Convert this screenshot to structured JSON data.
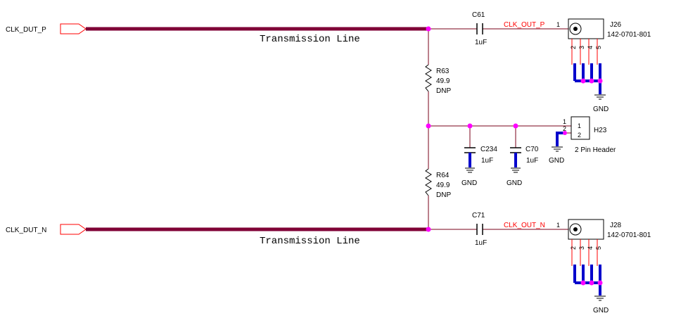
{
  "colors": {
    "wire": "#7a0019",
    "transmission": "#7f0036",
    "junction": "#ff00ff",
    "gnd_wire": "#0000cc",
    "net_label": "#ff0000",
    "component": "#000000"
  },
  "ports": {
    "p": "CLK_DUT_P",
    "n": "CLK_DUT_N"
  },
  "transmission_line_label": "Transmission Line",
  "caps": {
    "c61": {
      "ref": "C61",
      "value": "1uF"
    },
    "c71": {
      "ref": "C71",
      "value": "1uF"
    },
    "c234": {
      "ref": "C234",
      "value": "1uF"
    },
    "c70": {
      "ref": "C70",
      "value": "1uF"
    }
  },
  "resistors": {
    "r63": {
      "ref": "R63",
      "value": "49.9",
      "note": "DNP"
    },
    "r64": {
      "ref": "R64",
      "value": "49.9",
      "note": "DNP"
    }
  },
  "nets": {
    "out_p": "CLK_OUT_P",
    "out_n": "CLK_OUT_N"
  },
  "connectors": {
    "j26": {
      "ref": "J26",
      "part": "142-0701-801",
      "pin1": "1",
      "pins": [
        "2",
        "3",
        "4",
        "5"
      ]
    },
    "j28": {
      "ref": "J28",
      "part": "142-0701-801",
      "pin1": "1",
      "pins": [
        "2",
        "3",
        "4",
        "5"
      ]
    }
  },
  "header": {
    "ref": "H23",
    "desc": "2 Pin Header",
    "pin1": "1",
    "pin2": "2",
    "inner1": "1",
    "inner2": "2"
  },
  "gnd": "GND"
}
